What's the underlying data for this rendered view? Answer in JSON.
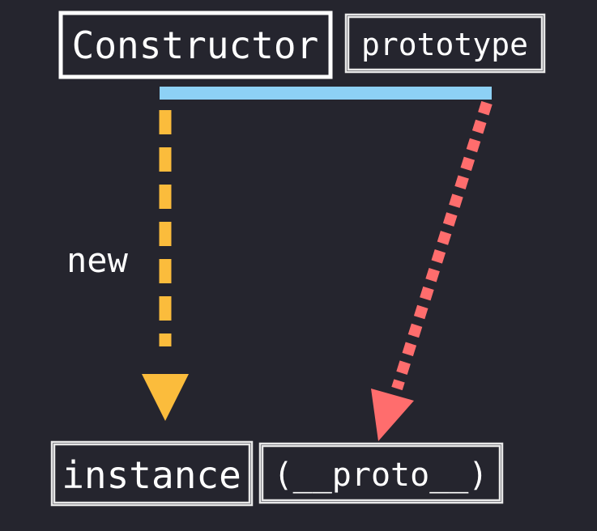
{
  "nodes": {
    "constructor": "Constructor",
    "prototype": "prototype",
    "instance": "instance",
    "proto": "(__proto__)"
  },
  "edges": {
    "new_label": "new"
  },
  "colors": {
    "background": "#25252e",
    "prototype_bar": "#8dd1f5",
    "new_arrow": "#fbbc3c",
    "proto_arrow": "#ff6d6d",
    "text": "#ffffff"
  }
}
